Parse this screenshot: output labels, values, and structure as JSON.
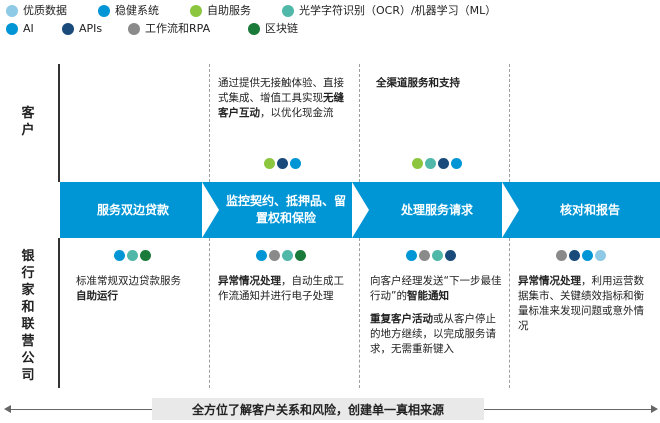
{
  "colors": {
    "light_blue": "#8ecae6",
    "blue": "#0096d6",
    "navy": "#1a4a7a",
    "green": "#8cc63f",
    "teal": "#50b8a8",
    "gray": "#8a8a8a",
    "dark_green": "#1a7a3a",
    "band": "#0096d6"
  },
  "legend": [
    {
      "label": "优质数据"
    },
    {
      "label": "稳健系统"
    },
    {
      "label": "自助服务"
    },
    {
      "label": "光学字符识别（OCR）/机器学习（ML）"
    },
    {
      "label": "AI"
    },
    {
      "label": "APIs"
    },
    {
      "label": "工作流和RPA"
    },
    {
      "label": "区块链"
    }
  ],
  "rows": {
    "customer": "客户",
    "bank": "银行家和联营公司"
  },
  "stages": [
    "服务双边贷款",
    "监控契约、抵押品、留置权和保险",
    "处理服务请求",
    "核对和报告"
  ],
  "customer_cells": {
    "c2_normal1": "通过提供无接触体验、直接式集成、增值工具实现",
    "c2_bold": "无缝客户互动",
    "c2_normal2": "，以优化现金流",
    "c3_bold": "全渠道服务和支持"
  },
  "bank_cells": {
    "c1_normal": "标准常规双边贷款服务",
    "c1_bold": "自助运行",
    "c2_bold": "异常情况处理",
    "c2_normal": "，自动生成工作流通知并进行电子处理",
    "c3_p1_normal": "向客户经理发送“下一步最佳行动”的",
    "c3_p1_bold": "智能通知",
    "c3_p2_bold": "重复客户活动",
    "c3_p2_normal": "或从客户停止的地方继续，以完成服务请求，无需重新键入",
    "c4_bold": "异常情况处理",
    "c4_normal": "，利用运营数据集市、关键绩效指标和衡量标准来发现问题或意外情况"
  },
  "footer": "全方位了解客户关系和风险，创建单一真相来源"
}
